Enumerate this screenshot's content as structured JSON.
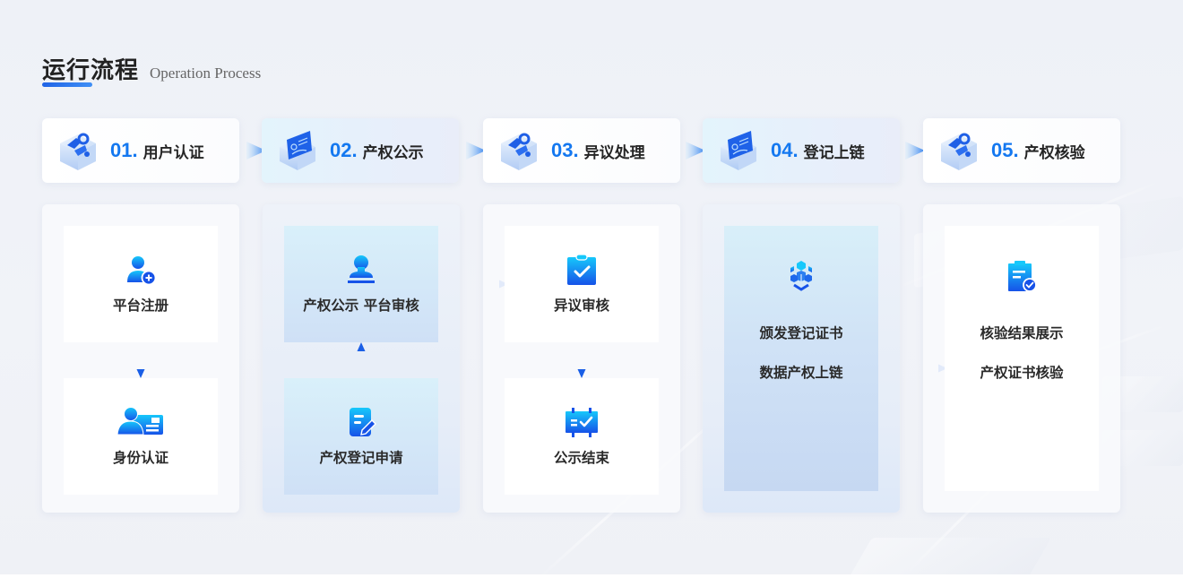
{
  "header": {
    "title": "运行流程",
    "subtitle": "Operation Process"
  },
  "colors": {
    "accent": "#1478f0",
    "arrow": "#1a5fe6",
    "arrow_light": "#5ac8f5",
    "title_text": "#222222"
  },
  "steps": [
    {
      "number": "01.",
      "label": "用户认证",
      "icon": "user-auth-cube-icon"
    },
    {
      "number": "02.",
      "label": "产权公示",
      "icon": "document-cube-icon"
    },
    {
      "number": "03.",
      "label": "异议处理",
      "icon": "user-auth-cube-icon"
    },
    {
      "number": "04.",
      "label": "登记上链",
      "icon": "document-cube-icon"
    },
    {
      "number": "05.",
      "label": "产权核验",
      "icon": "user-auth-cube-icon"
    }
  ],
  "columns": [
    {
      "boxes": [
        {
          "label": "平台注册",
          "icon": "user-add-icon"
        },
        {
          "label": "身份认证",
          "icon": "id-card-icon"
        }
      ]
    },
    {
      "boxes": [
        {
          "label": "产权公示 平台审核",
          "icon": "stamp-icon"
        },
        {
          "label": "产权登记申请",
          "icon": "edit-document-icon"
        }
      ]
    },
    {
      "boxes": [
        {
          "label": "异议审核",
          "icon": "clipboard-check-icon"
        },
        {
          "label": "公示结束",
          "icon": "calendar-check-icon"
        }
      ]
    },
    {
      "boxes": [
        {
          "lines": [
            "颁发登记证书",
            "数据产权上链"
          ],
          "icon": "blockchain-icon"
        }
      ]
    },
    {
      "boxes": [
        {
          "lines": [
            "核验结果展示",
            "产权证书核验"
          ],
          "icon": "clipboard-verified-icon"
        }
      ]
    }
  ]
}
